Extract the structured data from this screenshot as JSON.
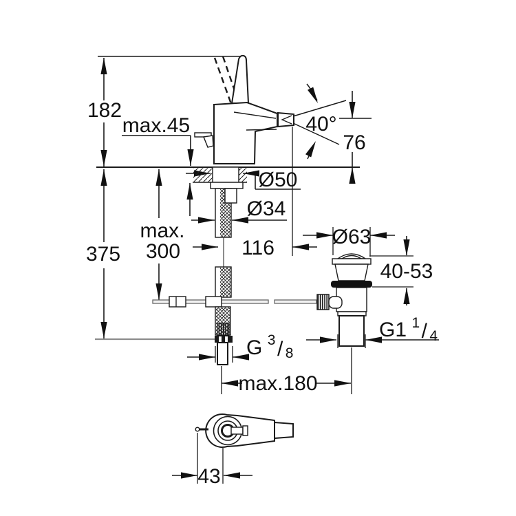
{
  "colors": {
    "ink": "#1a1a1a",
    "gray_reference": "#8c8c8c",
    "paper": "#ffffff",
    "seal_ring": "#111111"
  },
  "dimensions": {
    "height_above_deck": "182",
    "deck_thickness_max": "max.45",
    "height_below_deck": "375",
    "depth_max_line1": "max.",
    "depth_max_line2": "300",
    "escutcheon_diameter": "Ø50",
    "shank_diameter": "Ø34",
    "spout_reach": "116",
    "waste_flange_diameter": "Ø63",
    "waste_adjust_range": "40-53",
    "spout_height": "76",
    "spray_angle": "40°",
    "waste_thread_base": "G1",
    "waste_thread_sup": "1",
    "waste_thread_slash": "/",
    "waste_thread_sub": "4",
    "supply_thread_base": "G",
    "supply_thread_sup": "3",
    "supply_thread_slash": "/",
    "supply_thread_sub": "8",
    "rod_reach_max": "max.180",
    "handle_offset": "43"
  }
}
